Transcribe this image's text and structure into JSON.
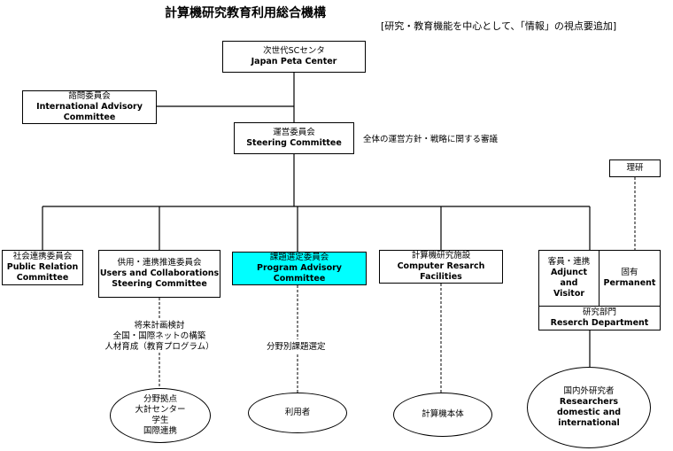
{
  "title": "計算機研究教育利用総合機構",
  "subtitle": "[研究・教育機能を中心として、「情報」の視点要追加]",
  "center": {
    "jp": "次世代SCセンタ",
    "en": "Japan Peta Center"
  },
  "advisory": {
    "jp": "諮問委員会",
    "en1": "International Advisory",
    "en2": "Committee"
  },
  "steering": {
    "jp": "運営委員会",
    "en": "Steering Committee",
    "note": "全体の運営方針・戦略に関する審議"
  },
  "riken": "理研",
  "public_relation": {
    "jp": "社会連携委員会",
    "en1": "Public Relation",
    "en2": "Committee"
  },
  "users": {
    "jp": "供用・連携推進委員会",
    "en1": "Users and Collaborations",
    "en2": "Steering Committee",
    "notes": [
      "将来計画検討",
      "全国・国際ネットの構築",
      "人材育成（教育プログラム）"
    ]
  },
  "program": {
    "jp": "課題選定委員会",
    "en1": "Program Advisory",
    "en2": "Committee",
    "note": "分野別課題選定"
  },
  "computer": {
    "jp": "計算機研究施設",
    "en1": "Computer Resarch",
    "en2": "Facilities"
  },
  "research": {
    "adjunct": {
      "jp": "客員・連携",
      "en1": "Adjunct",
      "en2": "and",
      "en3": "Visitor"
    },
    "permanent": {
      "jp": "固有",
      "en": "Permanent"
    },
    "dept": {
      "jp": "研究部門",
      "en": "Reserch Department"
    }
  },
  "ellipses": {
    "bases": [
      "分野拠点",
      "大計センター",
      "学生",
      "国際連携"
    ],
    "users": "利用者",
    "machine": "計算機本体",
    "researchers": {
      "jp": "国内外研究者",
      "en1": "Researchers",
      "en2": "domestic and",
      "en3": "international"
    }
  },
  "colors": {
    "highlight": "#00ffff",
    "line": "#000000"
  }
}
